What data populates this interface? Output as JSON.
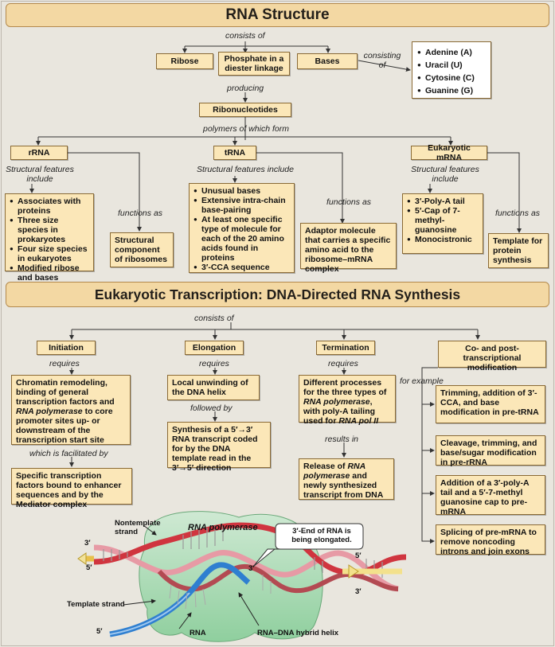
{
  "rna_structure": {
    "title": "RNA Structure",
    "consists_of": "consists of",
    "ribose": "Ribose",
    "phosphate": "Phosphate in a diester linkage",
    "bases": "Bases",
    "consisting_of": "consisting of",
    "base_list": [
      "Adenine (A)",
      "Uracil (U)",
      "Cytosine (C)",
      "Guanine (G)"
    ],
    "producing": "producing",
    "ribonucleotides": "Ribonucleotides",
    "polymers": "polymers of which form",
    "rrna": {
      "title": "rRNA",
      "features_label": "Structural features include",
      "features": [
        "Associates with proteins",
        "Three size species in prokaryotes",
        "Four size species in eukaryotes",
        "Modified ribose and bases"
      ],
      "functions_as": "functions as",
      "function": "Structural component of ribosomes"
    },
    "trna": {
      "title": "tRNA",
      "features_label": "Structural features include",
      "features": [
        "Unusual bases",
        "Extensive intra-chain base-pairing",
        "At least one specific type of molecule for each of the 20 amino acids found in proteins",
        "3′-CCA sequence"
      ],
      "functions_as": "functions as",
      "function": "Adaptor molecule that carries a specific amino acid to the ribosome–mRNA complex"
    },
    "mrna": {
      "title": "Eukaryotic mRNA",
      "features_label": "Structural features include",
      "features": [
        "3′-Poly-A tail",
        "5′-Cap of 7-methyl-guanosine",
        "Monocistronic"
      ],
      "functions_as": "functions as",
      "function": "Template for protein synthesis"
    }
  },
  "transcription": {
    "title": "Eukaryotic Transcription: DNA-Directed RNA Synthesis",
    "consists_of": "consists of",
    "initiation": {
      "title": "Initiation",
      "requires": "requires",
      "req_a": "Chromatin remodeling, binding of general transcription factors and ",
      "req_b": "RNA polymerase",
      "req_c": " to core promoter sites up- or downstream of the transcription start site",
      "facilitated": "which is facilitated by",
      "facilitator": "Specific transcription factors bound to enhancer sequences and by the Mediator complex"
    },
    "elongation": {
      "title": "Elongation",
      "requires": "requires",
      "req": "Local unwinding of the DNA helix",
      "followed": "followed by",
      "next": "Synthesis of a 5′→3′ RNA transcript coded for by the DNA template read in the 3′→5′ direction"
    },
    "termination": {
      "title": "Termination",
      "requires": "requires",
      "req_a": "Different processes for the three types of ",
      "req_b": "RNA polymerase",
      "req_c": ", with poly-A tailing used for ",
      "req_d": "RNA pol II",
      "results": "results in",
      "res_a": "Release of ",
      "res_b": "RNA polymerase",
      "res_c": " and newly synthesized transcript from DNA"
    },
    "modification": {
      "title": "Co- and post-transcriptional modification",
      "for_example": "for example",
      "examples": [
        "Trimming, addition of 3′-CCA, and base modification in pre-tRNA",
        "Cleavage, trimming, and base/sugar modification in pre-rRNA",
        "Addition of a 3′-poly-A tail and a 5′-7-methyl guanosine cap to pre-mRNA",
        "Splicing of pre-mRNA to remove noncoding introns and join exons"
      ]
    }
  },
  "illustration": {
    "rna_polymerase": "RNA polymerase",
    "nontemplate": "Nontemplate strand",
    "callout": "3′-End of RNA is being elongated.",
    "three_prime_mid": "3′",
    "template_strand": "Template strand",
    "rna": "RNA",
    "hybrid": "RNA–DNA hybrid helix",
    "left_top_3": "3′",
    "left_top_5": "5′",
    "right_top_5": "5′",
    "right_bot_3": "3′",
    "rna_5": "5′"
  }
}
